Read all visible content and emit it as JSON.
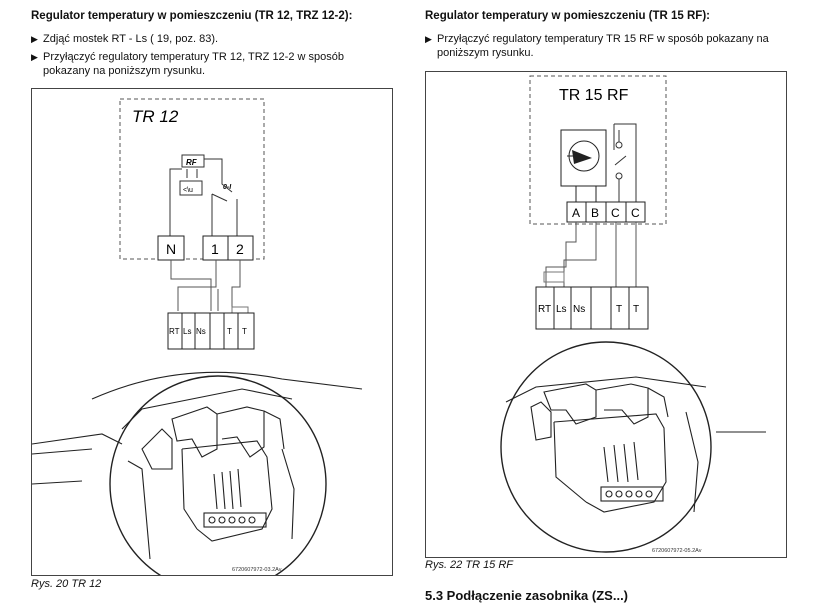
{
  "left": {
    "heading": "Regulator temperatury w pomieszczeniu (TR 12, TRZ 12-2):",
    "bullets": [
      "Zdjąć mostek RT - Ls ( 19, poz. 83).",
      "Przyłączyć regulatory temperatury TR 12, TRZ 12-2 w sposób pokazany na poniższym rysunku."
    ],
    "figure": {
      "device_label": "TR 12",
      "rf_label": "RF",
      "switch_label": "0-I",
      "terminals": [
        "N",
        "1",
        "2"
      ],
      "strip_labels": [
        "RT",
        "Ls",
        "Ns",
        "T",
        "T"
      ],
      "code": "6720607972-03.2Av"
    },
    "caption": "Rys. 20  TR 12"
  },
  "right": {
    "heading": "Regulator temperatury w pomieszczeniu (TR 15 RF):",
    "bullets": [
      "Przyłączyć regulatory temperatury TR 15 RF w sposób pokazany na poniższym rysunku."
    ],
    "figure": {
      "device_label": "TR 15 RF",
      "terminals": [
        "A",
        "B",
        "C",
        "C"
      ],
      "strip_labels": [
        "RT",
        "Ls",
        "Ns",
        "T",
        "T"
      ],
      "code": "6720607972-05.2Av"
    },
    "caption": "Rys. 22  TR 15 RF",
    "next_section": "5.3      Podłączenie zasobnika (ZS...)"
  },
  "arrow_glyph": "▶"
}
